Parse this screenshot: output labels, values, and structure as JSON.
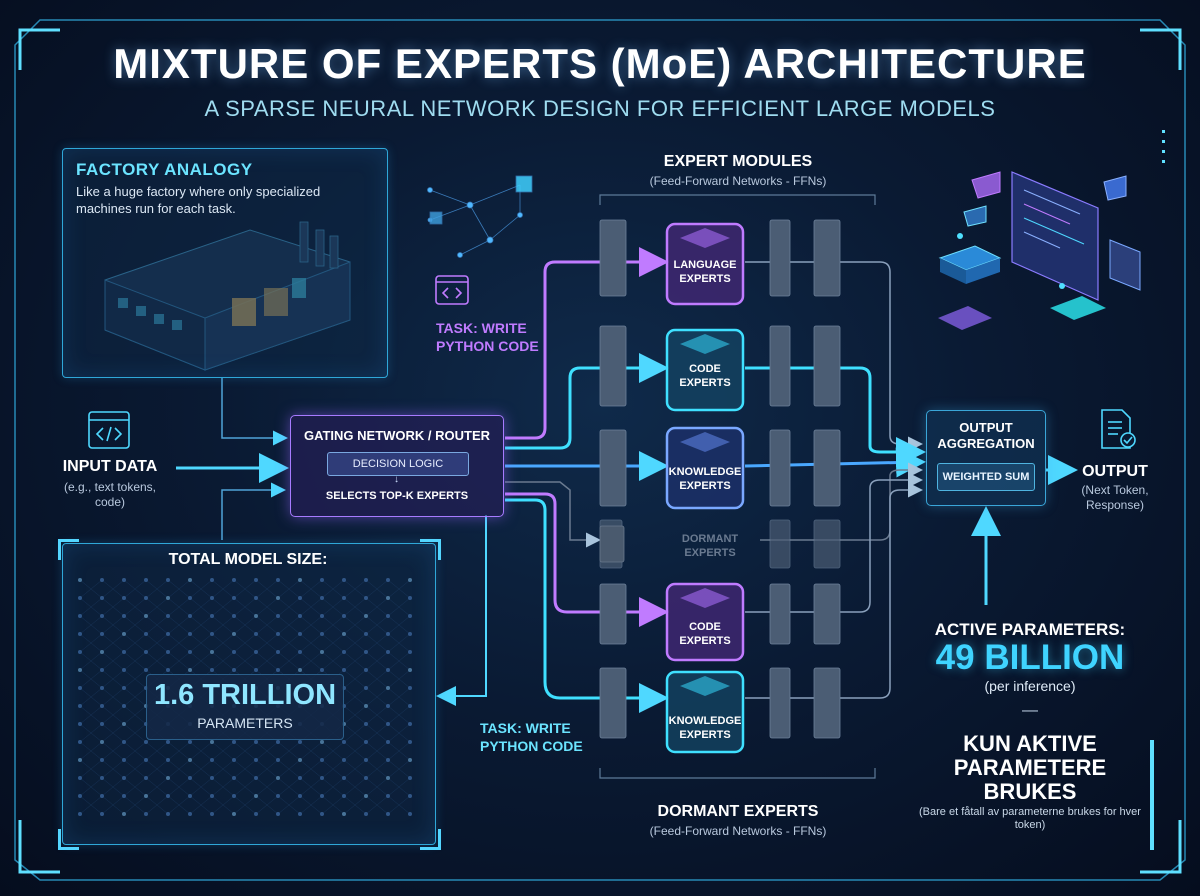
{
  "header": {
    "title": "MIXTURE OF EXPERTS (MoE) ARCHITECTURE",
    "subtitle": "A SPARSE NEURAL NETWORK DESIGN FOR EFFICIENT LARGE MODELS"
  },
  "factory": {
    "title": "FACTORY ANALOGY",
    "description": "Like a huge factory where only specialized machines run for each task."
  },
  "input": {
    "title": "INPUT DATA",
    "desc_line1": "(e.g., text tokens,",
    "desc_line2": "code)"
  },
  "router": {
    "title": "GATING NETWORK / ROUTER",
    "decision": "DECISION LOGIC",
    "selects": "SELECTS TOP-K EXPERTS"
  },
  "modules": {
    "title": "EXPERT MODULES",
    "subtitle": "(Feed-Forward Networks - FFNs)"
  },
  "experts": [
    {
      "line1": "LANGUAGE",
      "line2": "EXPERTS",
      "color": "#c07bff"
    },
    {
      "line1": "CODE",
      "line2": "EXPERTS",
      "color": "#3fe0ff"
    },
    {
      "line1": "KNOWLEDGE",
      "line2": "EXPERTS",
      "color": "#7aa8ff"
    },
    {
      "line1": "DORMANT",
      "line2": "EXPERTS",
      "color": "#6a7a90"
    },
    {
      "line1": "CODE",
      "line2": "EXPERTS",
      "color": "#c07bff"
    },
    {
      "line1": "KNOWLEDGE",
      "line2": "EXPERTS",
      "color": "#3fe0ff"
    }
  ],
  "tasks": {
    "top_line1": "TASK: WRITE",
    "top_line2": "PYTHON CODE",
    "bottom_line1": "TASK: WRITE",
    "bottom_line2": "PYTHON CODE"
  },
  "aggregation": {
    "title_line1": "OUTPUT",
    "title_line2": "AGGREGATION",
    "weighted": "WEIGHTED SUM"
  },
  "output": {
    "title": "OUTPUT",
    "desc_line1": "(Next Token,",
    "desc_line2": "Response)"
  },
  "model_size": {
    "title": "TOTAL MODEL SIZE:",
    "value": "1.6 TRILLION",
    "unit": "PARAMETERS"
  },
  "dormant": {
    "title": "DORMANT EXPERTS",
    "subtitle": "(Feed-Forward Networks - FFNs)"
  },
  "active": {
    "title": "ACTIVE PARAMETERS:",
    "value": "49 BILLION",
    "sub": "(per inference)",
    "dash": "—",
    "kun_line1": "KUN AKTIVE",
    "kun_line2": "PARAMETERE",
    "kun_line3": "BRUKES",
    "note": "(Bare et fåtall av parameterne brukes for hver token)"
  },
  "colors": {
    "purple": "#c07bff",
    "cyan": "#3fe0ff",
    "blue": "#4aa8ff",
    "panel_border": "#2fa7d8"
  }
}
